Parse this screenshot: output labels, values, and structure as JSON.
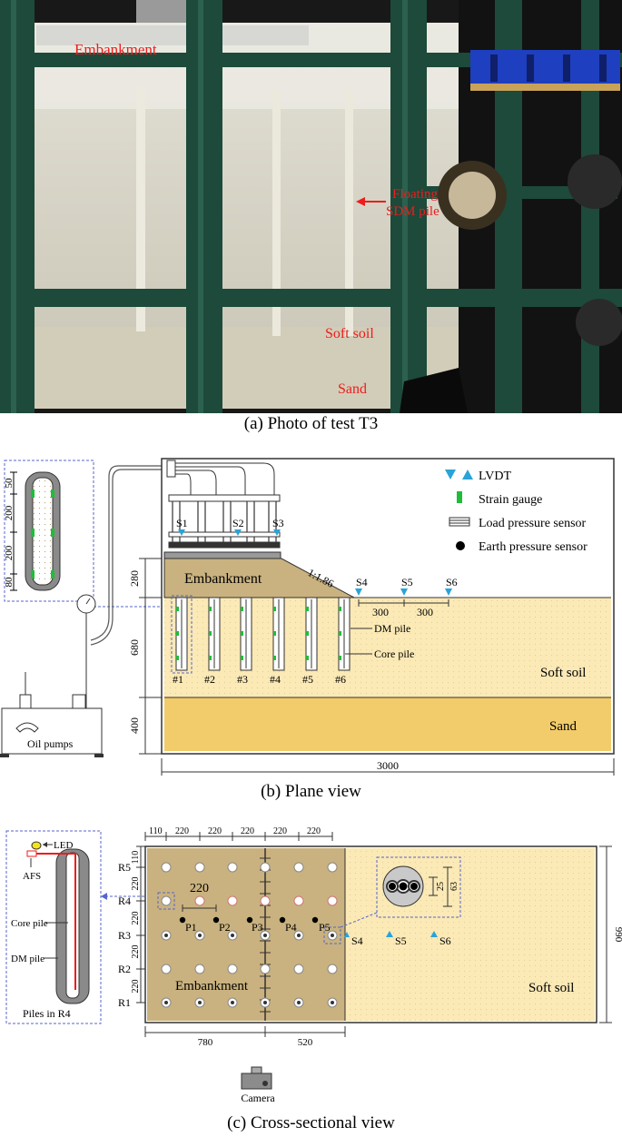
{
  "photo": {
    "labels": {
      "embankment": "Embankment",
      "floating_pile_line1": "Floating",
      "floating_pile_line2": "SDM pile",
      "soft_soil": "Soft soil",
      "sand": "Sand"
    },
    "caption": "(a) Photo of test T3"
  },
  "plane_view": {
    "caption": "(b) Plane view",
    "legend": {
      "lvdt": "LVDT",
      "strain_gauge": "Strain gauge",
      "load_pressure_sensor": "Load pressure sensor",
      "earth_pressure_sensor": "Earth pressure sensor"
    },
    "detail_dims": [
      "50",
      "200",
      "200",
      "80"
    ],
    "lvdt_top": [
      "S1",
      "S2",
      "S3"
    ],
    "lvdt_surface": [
      "S4",
      "S5",
      "S6"
    ],
    "slope": "1:1.86",
    "embankment": "Embankment",
    "piles": [
      "#1",
      "#2",
      "#3",
      "#4",
      "#5",
      "#6"
    ],
    "dm_pile": "DM pile",
    "core_pile": "Core pile",
    "soft_soil": "Soft soil",
    "sand": "Sand",
    "oil_pumps": "Oil pumps",
    "dims_left": [
      "280",
      "680",
      "400"
    ],
    "dims_surface": [
      "300",
      "300"
    ],
    "total_width": "3000"
  },
  "cross_view": {
    "caption": "(c) Cross-sectional view",
    "detail": {
      "led": "LED",
      "afs": "AFS",
      "core_pile": "Core pile",
      "dm_pile": "DM pile",
      "title": "Piles in R4"
    },
    "top_dims": [
      "110",
      "220",
      "220",
      "220",
      "220",
      "220"
    ],
    "rows": [
      "R5",
      "R4",
      "R3",
      "R2",
      "R1"
    ],
    "left_dims": [
      "110",
      "220",
      "220",
      "220",
      "220"
    ],
    "spacing": "220",
    "pressure_sensors": [
      "P1",
      "P2",
      "P3",
      "P4",
      "P5"
    ],
    "lvdts": [
      "S4",
      "S5",
      "S6"
    ],
    "inset_dims": [
      "25",
      "63"
    ],
    "right_dim": "990",
    "embankment": "Embankment",
    "soft_soil": "Soft soil",
    "bottom_dims": [
      "780",
      "520"
    ],
    "camera": "Camera"
  },
  "colors": {
    "embankment": "#c9b27f",
    "soft_soil": "#fbe9b6",
    "sand": "#f2cc6a",
    "lvdt": "#2aa3d6",
    "gauge": "#1fbd3a",
    "frame": "#1d4a3a",
    "red_label": "#ee1c1c",
    "leader": "#3344cc"
  }
}
